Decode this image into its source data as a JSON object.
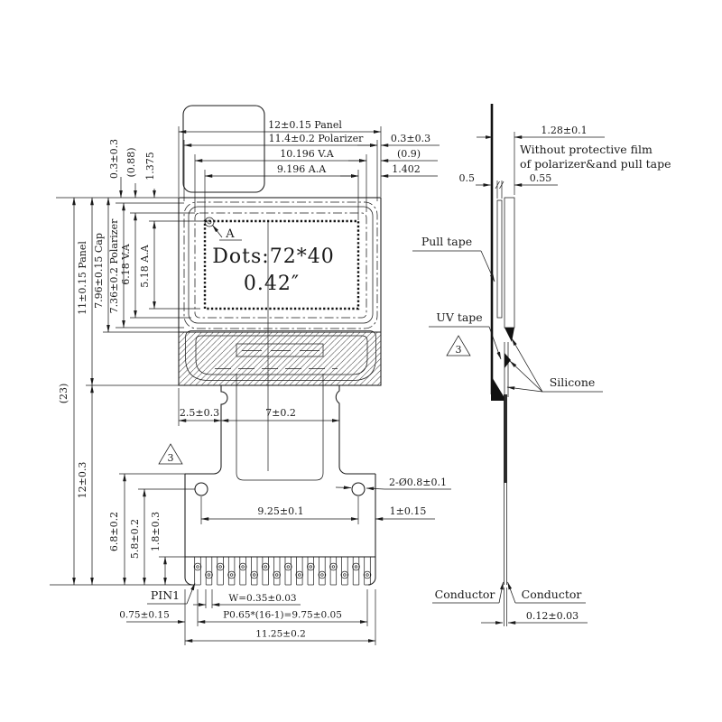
{
  "colors": {
    "ink": "#1a1a1a",
    "background": "#ffffff"
  },
  "front": {
    "dots": "Dots:72*40",
    "size": "0.42″",
    "detail_a": "A",
    "pin1": "PIN1",
    "flag3": "3"
  },
  "dim": {
    "panel_w": "12±0.15 Panel",
    "polarizer_w": "11.4±0.2 Polarizer",
    "va_w": "10.196 V.A",
    "aa_w": "9.196 A.A",
    "gap_r1": "0.3±0.3",
    "gap_r2": "(0.9)",
    "gap_r3": "1.402",
    "gap_t1": "0.3±0.3",
    "gap_t2": "(0.88)",
    "gap_t3": "1.375",
    "total_h": "(23)",
    "panel_h": "11±0.15 Panel",
    "fpc_h": "12±0.3",
    "cap_h": "7.96±0.15 Cap",
    "polarizer_h": "7.36±0.2 Polarizer",
    "va_h": "6.18 V.A",
    "aa_h": "5.18 A.A",
    "foot_a": "6.8±0.2",
    "foot_b": "5.8±0.2",
    "foot_c": "1.8±0.3",
    "tab_off": "2.5±0.3",
    "tab_w": "7±0.2",
    "hole_span": "9.25±0.1",
    "hole_edge": "1±0.15",
    "hole_dia": "2-Ø0.8±0.1",
    "pin_w": "W=0.35±0.03",
    "pin_pitch": "P0.65*(16-1)=9.75±0.05",
    "pin_off": "0.75±0.15",
    "foot_w": "11.25±0.2",
    "side_stack": "1.28±0.1",
    "side_a": "0.5",
    "side_b": "0.55",
    "cond_w": "0.12±0.03"
  },
  "side": {
    "note1": "Without protective film",
    "note2": "of polarizer&and pull tape",
    "pull_tape": "Pull tape",
    "uv_tape": "UV tape",
    "silicone": "Silicone",
    "conductor_l": "Conductor",
    "conductor_r": "Conductor",
    "flag3": "3"
  }
}
